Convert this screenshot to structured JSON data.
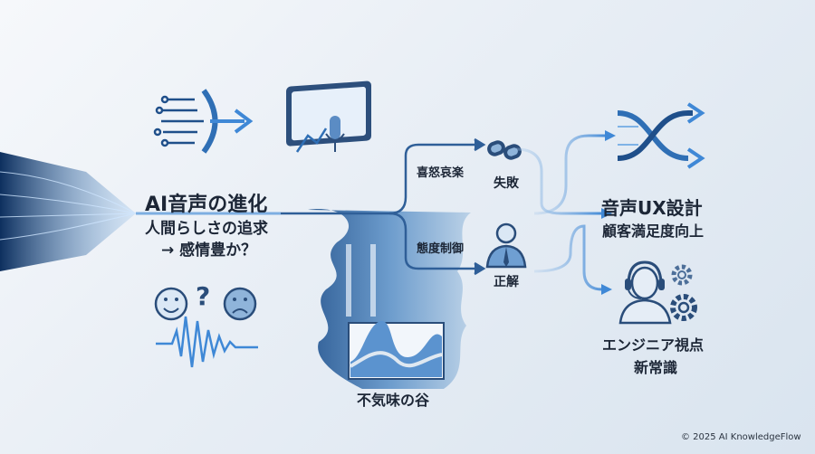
{
  "left": {
    "title": "AI音声の進化",
    "line1": "人間らしさの追求",
    "line2": "→ 感情豊か？"
  },
  "branches": {
    "upper_label": "喜怒哀楽",
    "upper_result": "失敗",
    "lower_label": "態度制御",
    "lower_result": "正解"
  },
  "valley": {
    "label": "不気味の谷"
  },
  "right": {
    "ux_title": "音声UX設計",
    "ux_sub": "顧客満足度向上",
    "engineer_line1": "エンジニア視点",
    "engineer_line2": "新常識"
  },
  "footer": {
    "copyright": "© 2025 AI KnowledgeFlow"
  },
  "colors": {
    "primary": "#2f6fb5",
    "dark": "#1c3f6e",
    "light": "#7fb3e6",
    "text": "#1c2636"
  },
  "icons": [
    "digital-wave-arrow-icon",
    "circuit-arrow-icon",
    "voice-monitor-icon",
    "happy-face-icon",
    "question-icon",
    "sad-face-icon",
    "sound-wave-icon",
    "broken-link-icon",
    "businessman-icon",
    "shuffle-arrows-icon",
    "headset-operator-icon",
    "gear-icon"
  ]
}
